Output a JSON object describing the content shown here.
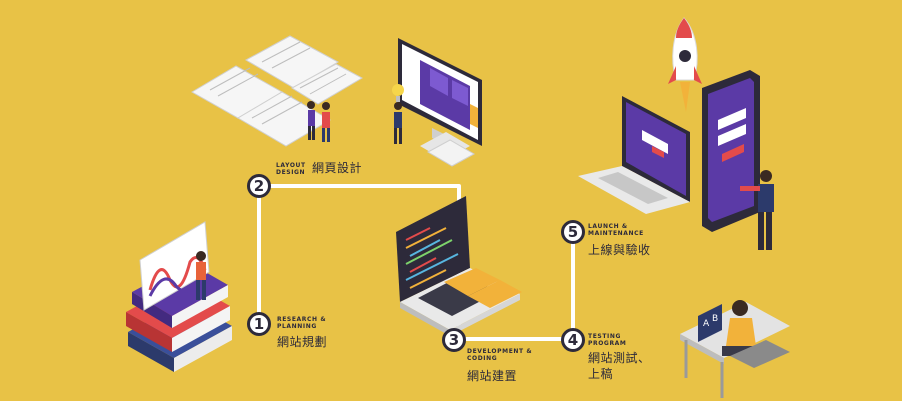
{
  "colors": {
    "background": "#e8c246",
    "path": "#ffffff",
    "text": "#2d2a3a",
    "purple": "#5b3aa6",
    "red": "#e34b4b",
    "navy": "#2c3a6b"
  },
  "steps": [
    {
      "number": "1",
      "en": "RESEARCH & PLANNING",
      "zh": "網站規劃"
    },
    {
      "number": "2",
      "en": "LAYOUT DESIGN",
      "zh": "網頁設計"
    },
    {
      "number": "3",
      "en": "DEVELOPMENT & CODING",
      "zh": "網站建置"
    },
    {
      "number": "4",
      "en": "TESTING PROGRAM",
      "zh": "網站測試、\n上稿"
    },
    {
      "number": "5",
      "en": "LAUNCH & MAINTENANCE",
      "zh": "上線與驗收"
    }
  ],
  "illustrations": {
    "research": "books-tablet-illustration",
    "layout": "wireframe-monitor-illustration",
    "coding": "coding-laptop-illustration",
    "testing": "tester-desk-illustration",
    "launch": "rocket-phone-laptop-illustration"
  }
}
